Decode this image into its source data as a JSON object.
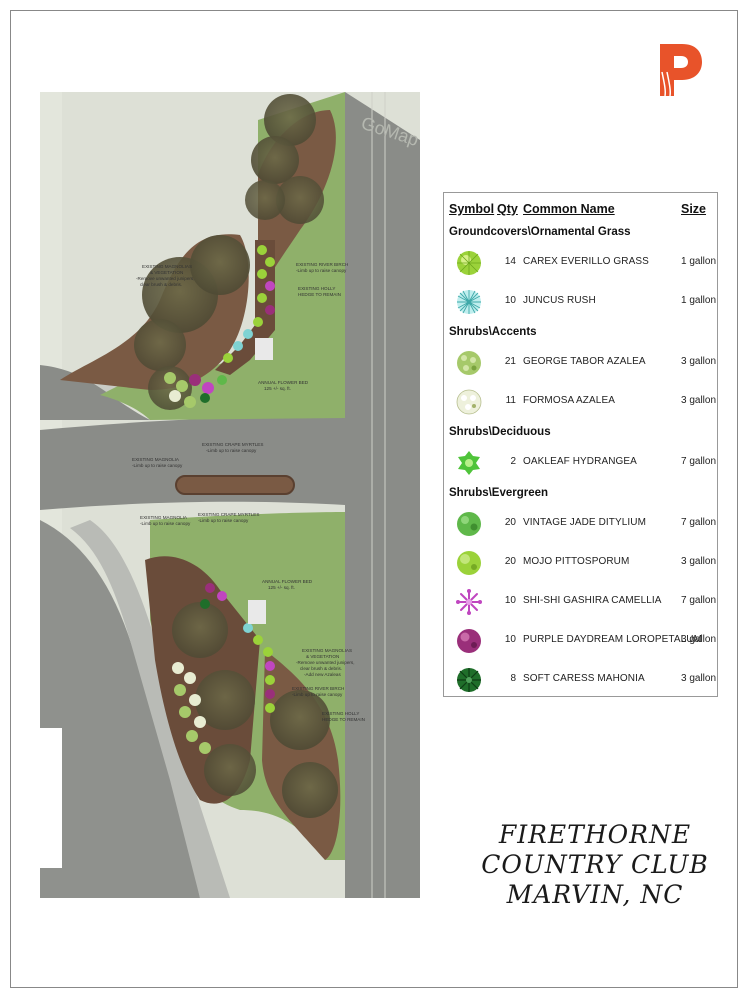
{
  "plan_labels": {
    "gomap": "GoMap",
    "exist_mag_veg_top_1": "EXISTING MAGNOLIAS",
    "exist_mag_veg_top_2": "& VEGETATION",
    "exist_mag_veg_top_3": "-Remove unwanted junipers,",
    "exist_mag_veg_top_4": "clear brush & debris.",
    "river_birch_top_1": "EXISTING RIVER BIRCH",
    "river_birch_top_2": "-Limb up to raise canopy",
    "holly_top_1": "EXISTING HOLLY",
    "holly_top_2": "HEDGE TO REMAIN",
    "annual_bed_top_1": "ANNUAL FLOWER BED",
    "annual_bed_top_2": "125 +/- sq. ft.",
    "crape_top_1": "EXISTING CRAPE MYRTLES",
    "crape_top_2": "-Limb up to raise canopy",
    "mag_top_1": "EXISTING MAGNOLIA",
    "mag_top_2": "-Limb up to raise canopy",
    "mag_bot_1": "EXISTING MAGNOLIA",
    "mag_bot_2": "-Limb up to raise canopy",
    "crape_bot_1": "EXISTING CRAPE MYRTLES",
    "crape_bot_2": "-Limb up to raise canopy",
    "annual_bed_bot_1": "ANNUAL FLOWER BED",
    "annual_bed_bot_2": "125 +/- sq. ft.",
    "mag_veg_bot_1": "EXISTING MAGNOLIAS",
    "mag_veg_bot_2": "& VEGETATION",
    "mag_veg_bot_3": "-Remove unwanted junipers,",
    "mag_veg_bot_4": "clear brush & debris.",
    "mag_veg_bot_5": "-Add new Azaleas",
    "river_birch_bot_1": "EXISTING RIVER BIRCH",
    "river_birch_bot_2": "-Limb up to raise canopy",
    "holly_bot_1": "EXISTING HOLLY",
    "holly_bot_2": "HEDGE TO REMAIN"
  },
  "legend": {
    "headers": {
      "symbol": "Symbol",
      "qty": "Qty",
      "common_name": "Common Name",
      "size": "Size"
    },
    "categories": [
      {
        "label": "Groundcovers\\Ornamental Grass",
        "items": [
          {
            "qty": "14",
            "name": "CAREX EVERILLO GRASS",
            "size": "1 gallon",
            "icon": "carex-grass-icon",
            "color": "#9bd23a"
          },
          {
            "qty": "10",
            "name": "JUNCUS RUSH",
            "size": "1 gallon",
            "icon": "juncus-rush-icon",
            "color": "#7fd3d3"
          }
        ]
      },
      {
        "label": "Shrubs\\Accents",
        "items": [
          {
            "qty": "21",
            "name": "GEORGE TABOR AZALEA",
            "size": "3 gallon",
            "icon": "azalea-icon",
            "color": "#a6c96a"
          },
          {
            "qty": "11",
            "name": "FORMOSA AZALEA",
            "size": "3 gallon",
            "icon": "azalea-icon",
            "color": "#e8ecd2"
          }
        ]
      },
      {
        "label": "Shrubs\\Deciduous",
        "items": [
          {
            "qty": "2",
            "name": "OAKLEAF HYDRANGEA",
            "size": "7 gallon",
            "icon": "hydrangea-icon",
            "color": "#4fc43a"
          }
        ]
      },
      {
        "label": "Shrubs\\Evergreen",
        "items": [
          {
            "qty": "20",
            "name": "VINTAGE JADE DITYLIUM",
            "size": "7 gallon",
            "icon": "dityllium-icon",
            "color": "#5fb84a"
          },
          {
            "qty": "20",
            "name": "MOJO PITTOSPORUM",
            "size": "3 gallon",
            "icon": "pittosporum-icon",
            "color": "#9bd23a"
          },
          {
            "qty": "10",
            "name": "SHI-SHI GASHIRA CAMELLIA",
            "size": "7 gallon",
            "icon": "camellia-icon",
            "color": "#c046c0"
          },
          {
            "qty": "10",
            "name": "PURPLE DAYDREAM LOROPETALUM",
            "size": "3 gallon",
            "icon": "loropetalum-icon",
            "color": "#9a2f7a"
          },
          {
            "qty": "8",
            "name": "SOFT CARESS MAHONIA",
            "size": "3 gallon",
            "icon": "mahonia-icon",
            "color": "#1f6e2a"
          }
        ]
      }
    ]
  },
  "title": {
    "line1": "FIRETHORNE",
    "line2": "COUNTRY CLUB",
    "line3": "MARVIN, NC"
  },
  "colors": {
    "logo": "#e8532a",
    "grass": "#8fb06a",
    "mulch": "#7a5a44",
    "road": "#8a8a8a"
  }
}
